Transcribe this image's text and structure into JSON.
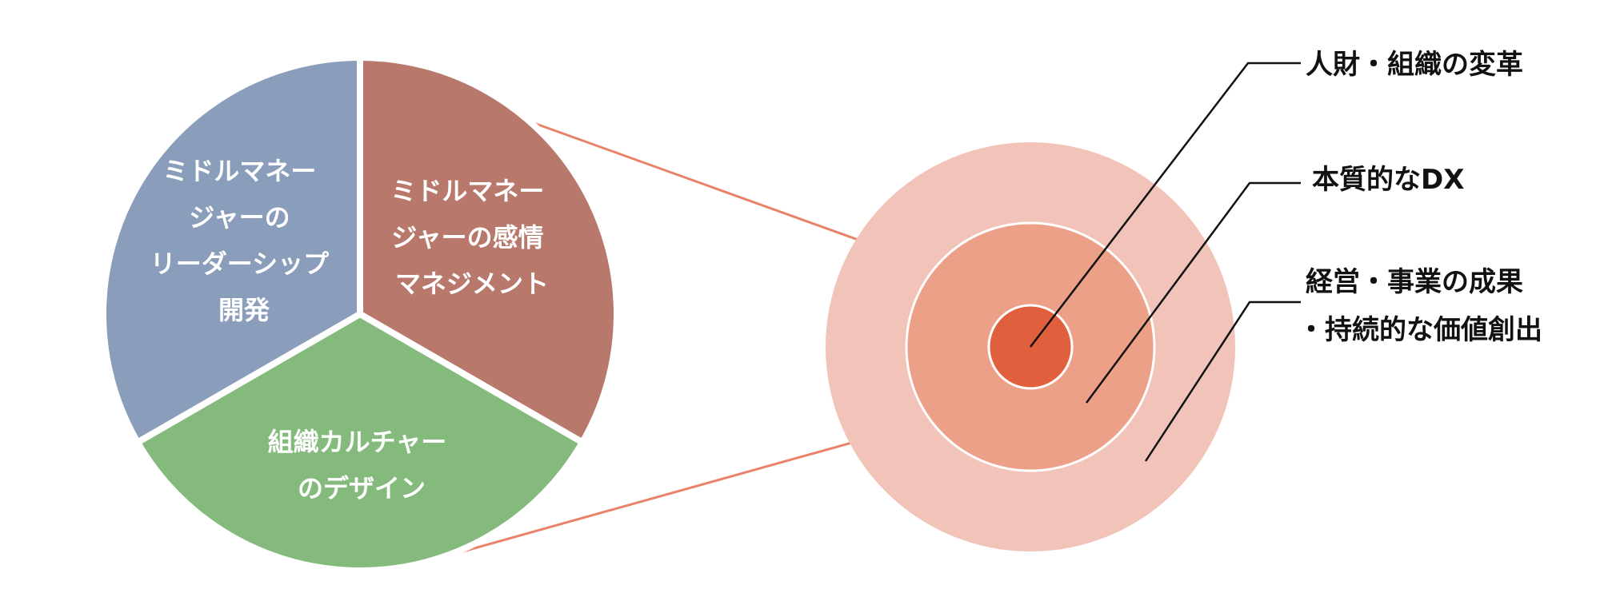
{
  "pie": {
    "segments": [
      {
        "id": "leadership",
        "lines": [
          "ミドルマネー",
          "ジャーの",
          "リーダーシップ",
          "開発"
        ],
        "color": "#8A9DBA"
      },
      {
        "id": "emotion",
        "lines": [
          "ミドルマネー",
          "ジャーの感情",
          "マネジメント"
        ],
        "color": "#B8786B"
      },
      {
        "id": "culture",
        "lines": [
          "組織カルチャー",
          "のデザイン"
        ],
        "color": "#84BA7C"
      }
    ]
  },
  "rings": {
    "colors": {
      "outer": "#F2C4B9",
      "middle": "#EDA088",
      "inner": "#E0603E",
      "connector": "#E8836A"
    },
    "callouts": [
      {
        "id": "core",
        "lines": [
          "人財・組織の変革"
        ]
      },
      {
        "id": "middle",
        "lines": [
          "本質的なDX"
        ]
      },
      {
        "id": "outer",
        "lines": [
          "経営・事業の成果",
          "・持続的な価値創出"
        ]
      }
    ]
  }
}
